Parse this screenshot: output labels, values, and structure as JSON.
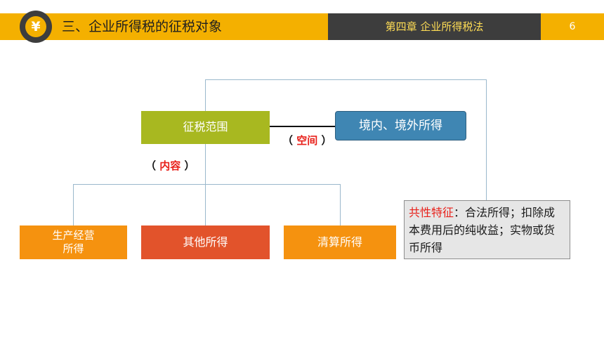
{
  "header": {
    "logo_symbol": "¥",
    "title": "三、企业所得税的征税对象",
    "chapter": "第四章  企业所得税法",
    "page_number": "6"
  },
  "diagram": {
    "scope_box": "征税范围",
    "territory_box": "境内、境外所得",
    "space_label": {
      "open": "（ ",
      "text": "空间",
      "close": " ）"
    },
    "content_label": {
      "open": "（ ",
      "text": "内容",
      "close": " ）"
    },
    "category_production": {
      "line1": "生产经营",
      "line2": "所得"
    },
    "category_other": "其他所得",
    "category_liquidation": "清算所得",
    "note": {
      "highlight": "共性特征",
      "text": "：合法所得；扣除成本费用后的纯收益；实物或货币所得"
    }
  },
  "colors": {
    "header_yellow": "#f4b000",
    "header_dark": "#3d3d3d",
    "scope_green": "#a8b820",
    "territory_blue": "#3f86b3",
    "orange": "#f5920f",
    "red_orange": "#e2532b",
    "note_gray": "#e6e6e6",
    "accent_red": "#e8201a"
  }
}
